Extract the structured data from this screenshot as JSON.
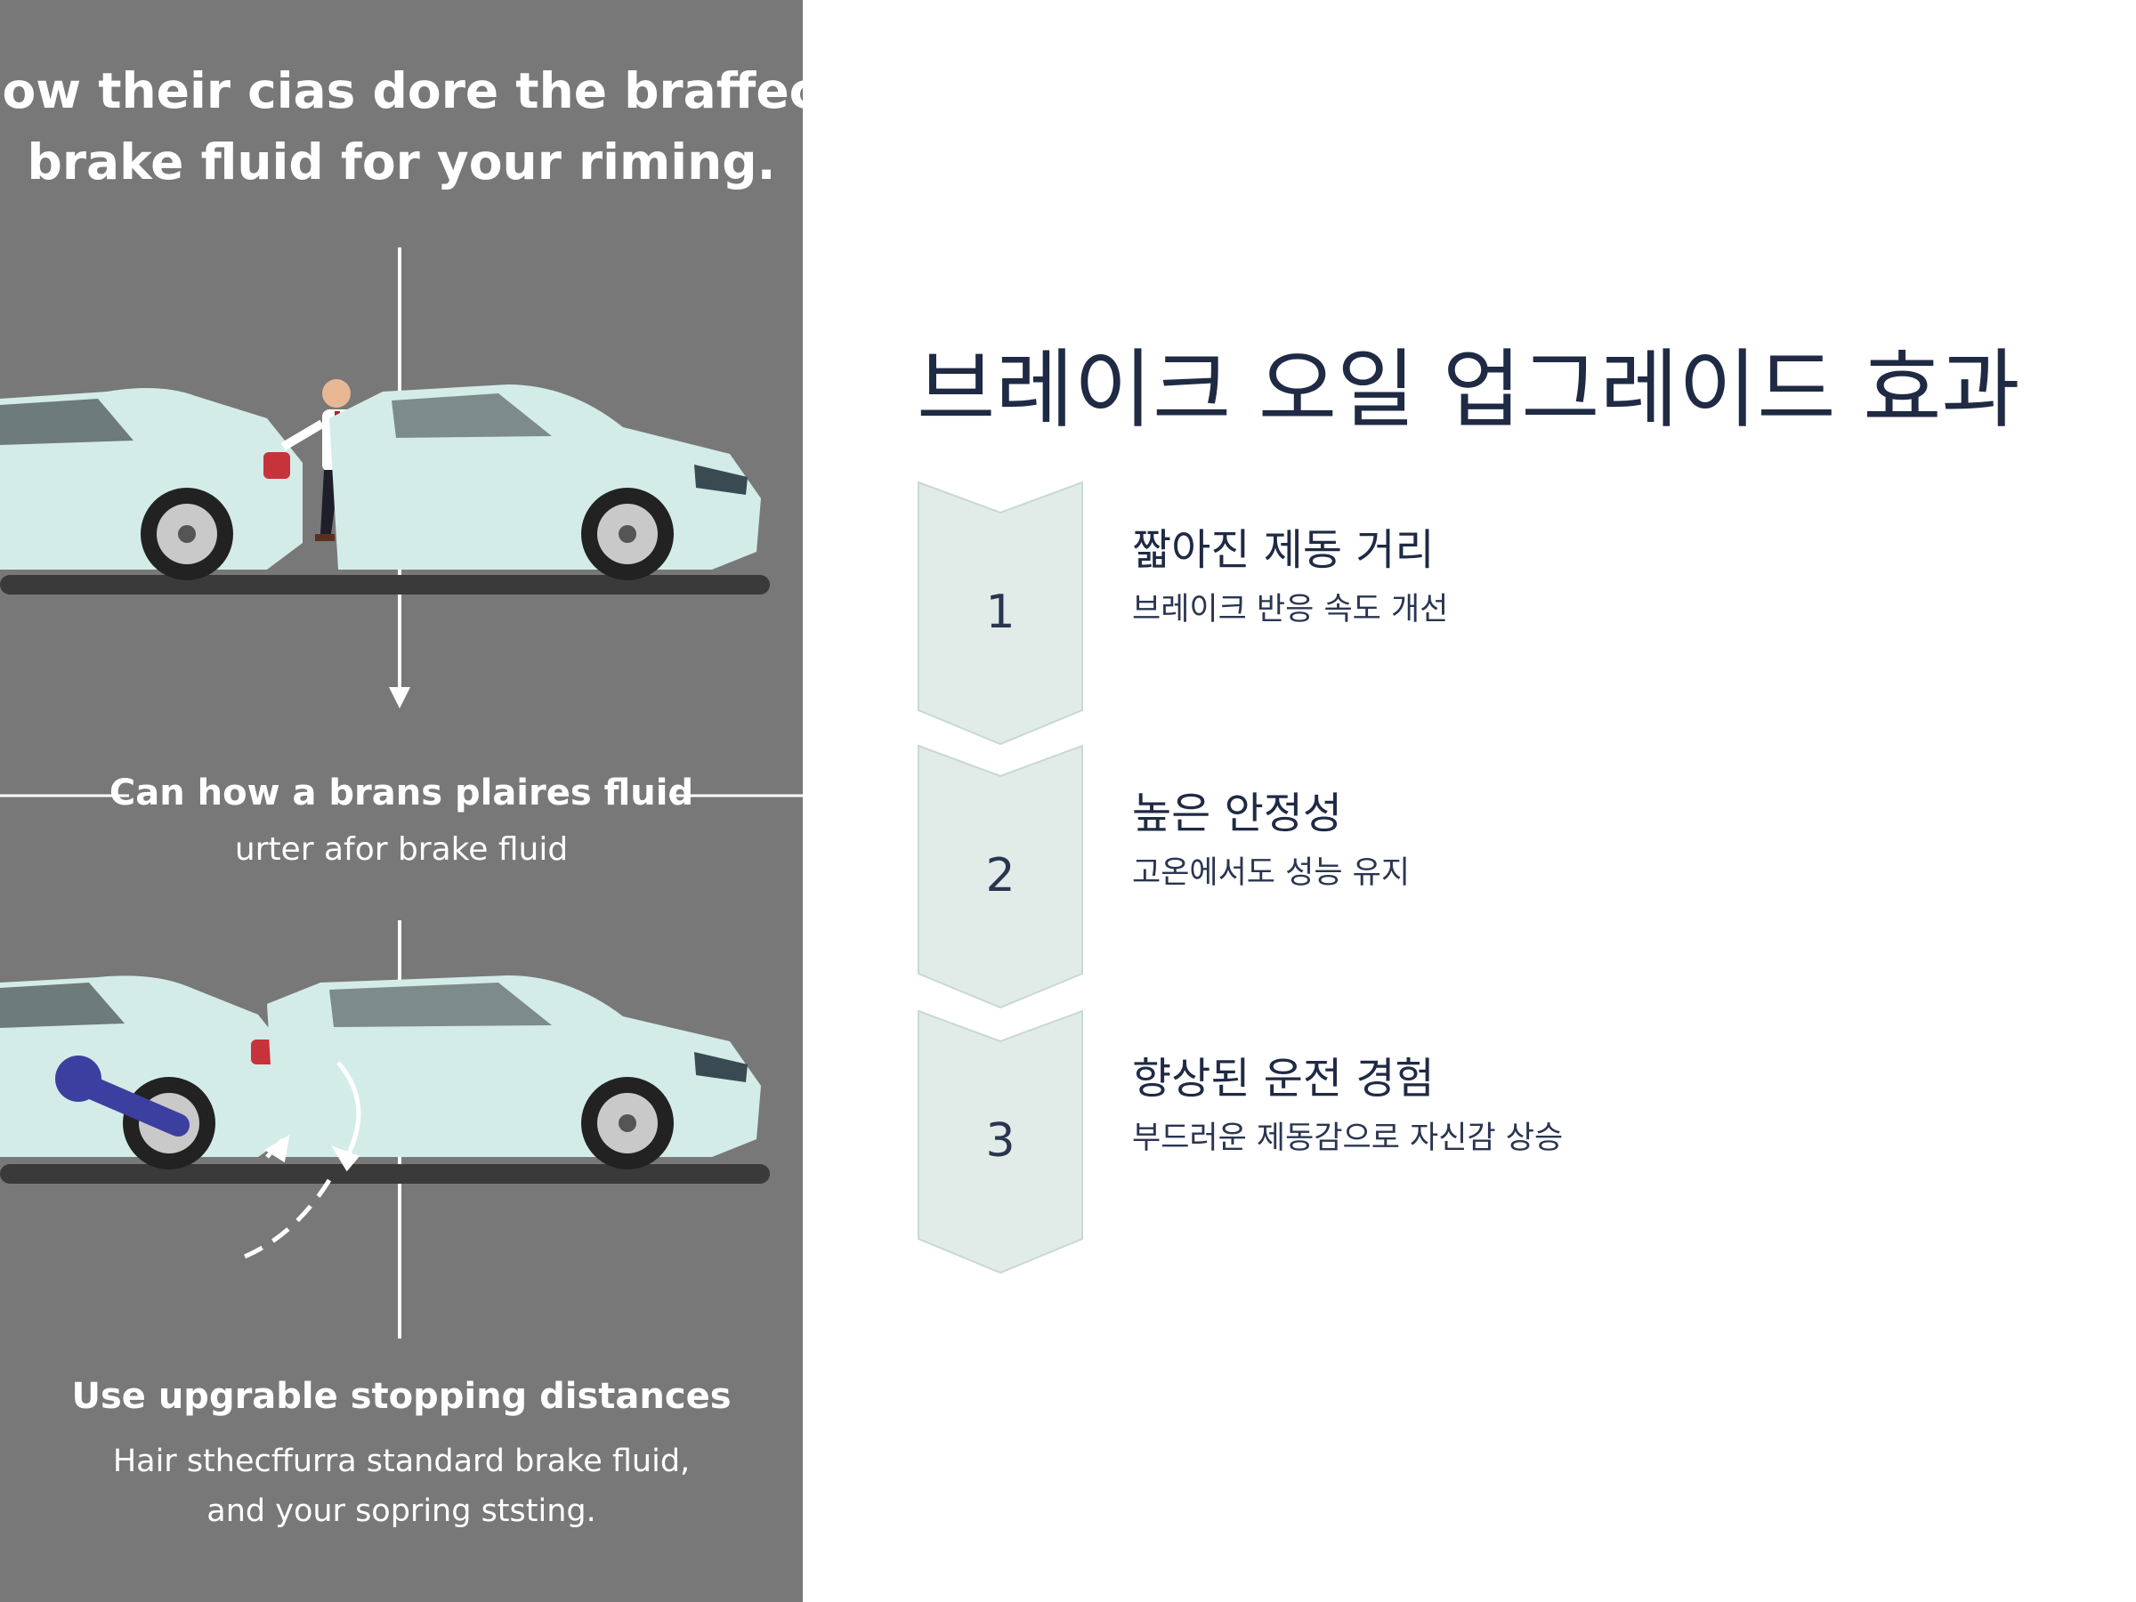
{
  "illustration": {
    "title_line1": "How their cias dore the braffect",
    "title_line2": "brake fluid for your riming.",
    "mid_heading": "Can how a brans plaires fluid",
    "mid_sub": "urter afor brake fluid",
    "bottom_heading": "Use upgrable stopping distances",
    "bottom_sub_line1": "Hair sthecffurra standard brake fluid,",
    "bottom_sub_line2": "and your sopring ststing."
  },
  "slide": {
    "title": "브레이크 오일 업그레이드 효과",
    "steps": [
      {
        "number": "1",
        "title": "짧아진 제동 거리",
        "description": "브레이크 반응 속도 개선"
      },
      {
        "number": "2",
        "title": "높은 안정성",
        "description": "고온에서도 성능 유지"
      },
      {
        "number": "3",
        "title": "향상된 운전 경험",
        "description": "부드러운 제동감으로 자신감 상승"
      }
    ]
  },
  "colors": {
    "illustration_bg": "#787878",
    "car_body": "#d3ece8",
    "chevron_fill": "#e1ece9",
    "title_text": "#1f2a44"
  }
}
